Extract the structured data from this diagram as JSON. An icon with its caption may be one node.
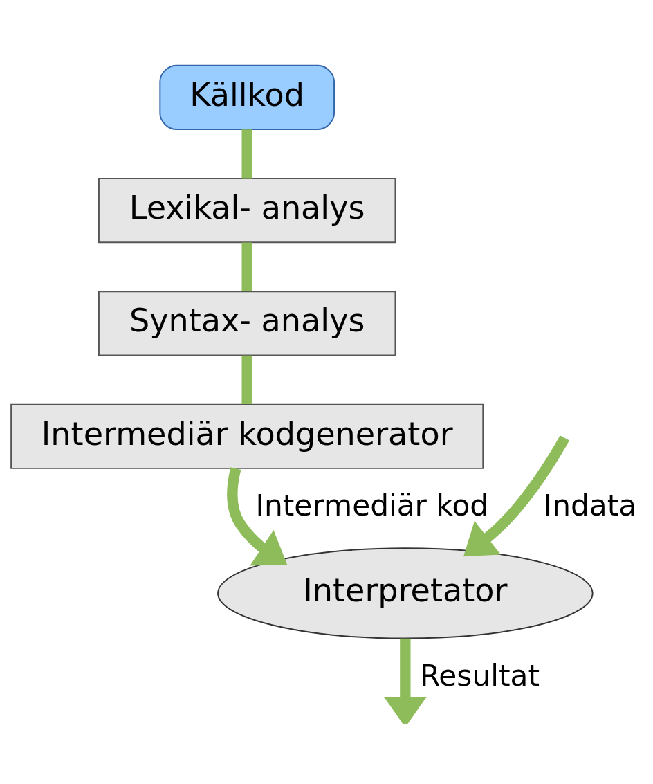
{
  "diagram": {
    "nodes": [
      {
        "text": [
          "Källkod"
        ]
      },
      {
        "text": [
          "Lexikal- analys"
        ]
      },
      {
        "text": [
          "Syntax- analys"
        ]
      },
      {
        "text": [
          "Intermediär kodgenerator"
        ]
      },
      {
        "text": [
          "Interpretator"
        ]
      }
    ],
    "edges": [
      {
        "from": 0,
        "to": 1,
        "arrow": "none"
      },
      {
        "from": 1,
        "to": 2,
        "arrow": "none"
      },
      {
        "from": 2,
        "to": 3,
        "arrow": "none"
      },
      {
        "from": 3,
        "to": 4,
        "arrow": "to",
        "label": "Intermediär kod"
      },
      {
        "from": null,
        "to": 4,
        "arrow": "to",
        "label": "Indata"
      },
      {
        "from": 4,
        "to": null,
        "arrow": "to",
        "label": "Resultat"
      }
    ]
  }
}
